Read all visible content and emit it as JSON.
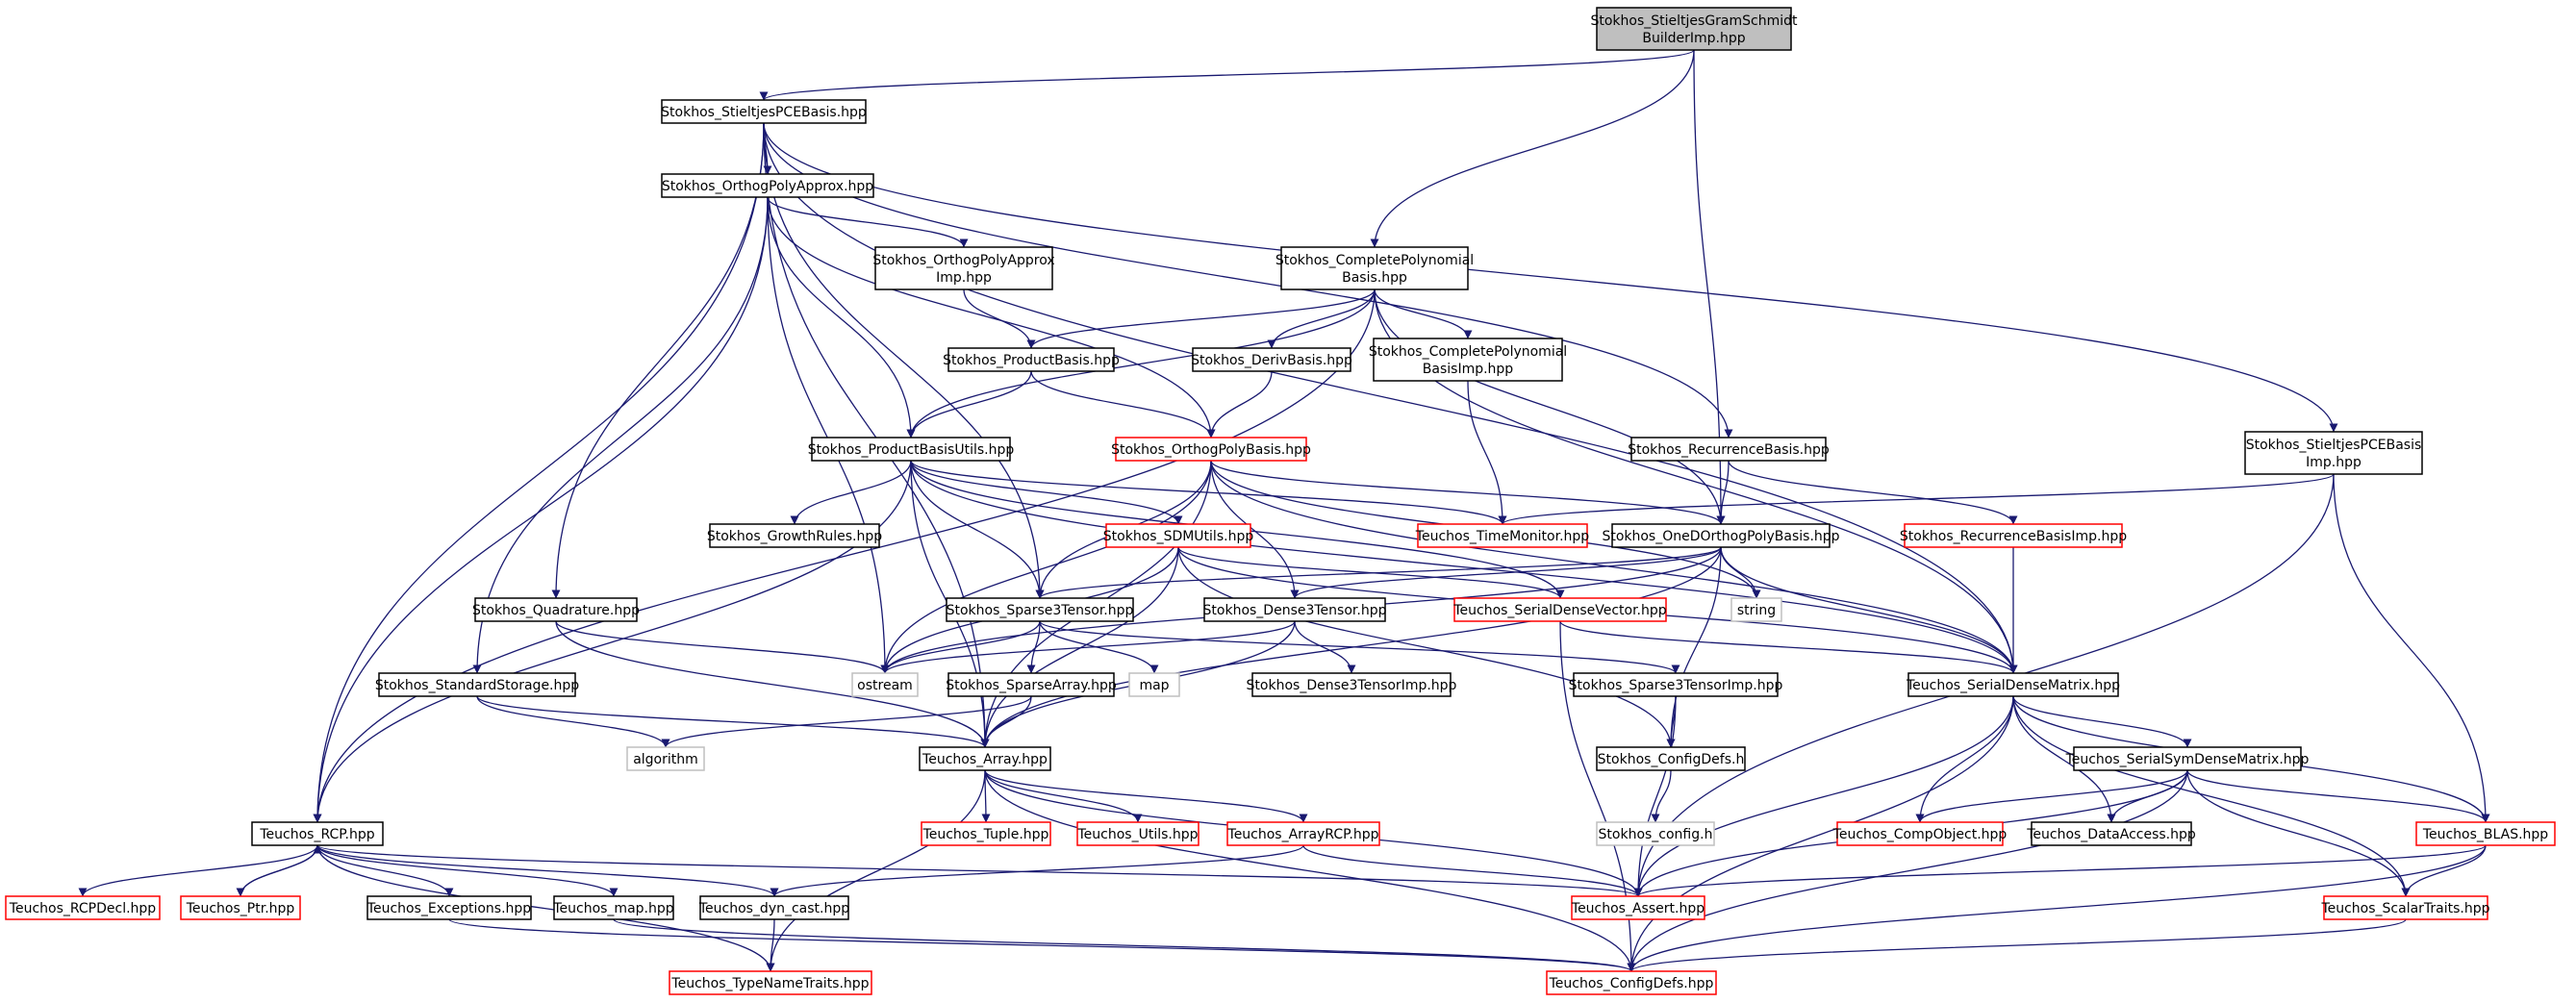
{
  "colors": {
    "edge": "#191970",
    "node_black": "#000000",
    "node_red": "#ff0000",
    "node_gray": "#bfbfbf",
    "root_fill": "#bfbfbf"
  },
  "nodes": [
    {
      "id": "root",
      "lines": [
        "Stokhos_StieltjesGramSchmidt",
        "BuilderImp.hpp"
      ],
      "style": "root"
    },
    {
      "id": "stieltjesPCE",
      "lines": [
        "Stokhos_StieltjesPCEBasis.hpp"
      ],
      "style": "black"
    },
    {
      "id": "orthogPolyApprox",
      "lines": [
        "Stokhos_OrthogPolyApprox.hpp"
      ],
      "style": "black"
    },
    {
      "id": "orthogPolyApproxImp",
      "lines": [
        "Stokhos_OrthogPolyApprox",
        "Imp.hpp"
      ],
      "style": "black"
    },
    {
      "id": "completePoly",
      "lines": [
        "Stokhos_CompletePolynomial",
        "Basis.hpp"
      ],
      "style": "black"
    },
    {
      "id": "productBasis",
      "lines": [
        "Stokhos_ProductBasis.hpp"
      ],
      "style": "black"
    },
    {
      "id": "derivBasis",
      "lines": [
        "Stokhos_DerivBasis.hpp"
      ],
      "style": "black"
    },
    {
      "id": "completePolyImp",
      "lines": [
        "Stokhos_CompletePolynomial",
        "BasisImp.hpp"
      ],
      "style": "black"
    },
    {
      "id": "productBasisUtils",
      "lines": [
        "Stokhos_ProductBasisUtils.hpp"
      ],
      "style": "black"
    },
    {
      "id": "orthogPolyBasis",
      "lines": [
        "Stokhos_OrthogPolyBasis.hpp"
      ],
      "style": "red"
    },
    {
      "id": "recurrenceBasis",
      "lines": [
        "Stokhos_RecurrenceBasis.hpp"
      ],
      "style": "black"
    },
    {
      "id": "stieltjesPCEImp",
      "lines": [
        "Stokhos_StieltjesPCEBasis",
        "Imp.hpp"
      ],
      "style": "black"
    },
    {
      "id": "growthRules",
      "lines": [
        "Stokhos_GrowthRules.hpp"
      ],
      "style": "black"
    },
    {
      "id": "sdmUtils",
      "lines": [
        "Stokhos_SDMUtils.hpp"
      ],
      "style": "red"
    },
    {
      "id": "timeMonitor",
      "lines": [
        "Teuchos_TimeMonitor.hpp"
      ],
      "style": "red"
    },
    {
      "id": "oneDOrthog",
      "lines": [
        "Stokhos_OneDOrthogPolyBasis.hpp"
      ],
      "style": "black"
    },
    {
      "id": "recurrenceImp",
      "lines": [
        "Stokhos_RecurrenceBasisImp.hpp"
      ],
      "style": "red"
    },
    {
      "id": "quadrature",
      "lines": [
        "Stokhos_Quadrature.hpp"
      ],
      "style": "black"
    },
    {
      "id": "sparse3",
      "lines": [
        "Stokhos_Sparse3Tensor.hpp"
      ],
      "style": "black"
    },
    {
      "id": "dense3",
      "lines": [
        "Stokhos_Dense3Tensor.hpp"
      ],
      "style": "black"
    },
    {
      "id": "serialDenseVector",
      "lines": [
        "Teuchos_SerialDenseVector.hpp"
      ],
      "style": "red"
    },
    {
      "id": "string",
      "lines": [
        "string"
      ],
      "style": "gray"
    },
    {
      "id": "standardStorage",
      "lines": [
        "Stokhos_StandardStorage.hpp"
      ],
      "style": "black"
    },
    {
      "id": "ostream",
      "lines": [
        "ostream"
      ],
      "style": "gray"
    },
    {
      "id": "sparseArray",
      "lines": [
        "Stokhos_SparseArray.hpp"
      ],
      "style": "black"
    },
    {
      "id": "map",
      "lines": [
        "map"
      ],
      "style": "gray"
    },
    {
      "id": "dense3Imp",
      "lines": [
        "Stokhos_Dense3TensorImp.hpp"
      ],
      "style": "black"
    },
    {
      "id": "sparse3Imp",
      "lines": [
        "Stokhos_Sparse3TensorImp.hpp"
      ],
      "style": "black"
    },
    {
      "id": "serialDenseMatrix",
      "lines": [
        "Teuchos_SerialDenseMatrix.hpp"
      ],
      "style": "black"
    },
    {
      "id": "algorithm",
      "lines": [
        "algorithm"
      ],
      "style": "gray"
    },
    {
      "id": "array",
      "lines": [
        "Teuchos_Array.hpp"
      ],
      "style": "black"
    },
    {
      "id": "configDefsStokhos",
      "lines": [
        "Stokhos_ConfigDefs.h"
      ],
      "style": "black"
    },
    {
      "id": "serialSym",
      "lines": [
        "Teuchos_SerialSymDenseMatrix.hpp"
      ],
      "style": "black"
    },
    {
      "id": "stokhosConfig",
      "lines": [
        "Stokhos_config.h"
      ],
      "style": "gray"
    },
    {
      "id": "rcp",
      "lines": [
        "Teuchos_RCP.hpp"
      ],
      "style": "black"
    },
    {
      "id": "tuple",
      "lines": [
        "Teuchos_Tuple.hpp"
      ],
      "style": "red"
    },
    {
      "id": "utils",
      "lines": [
        "Teuchos_Utils.hpp"
      ],
      "style": "red"
    },
    {
      "id": "arrayRCP",
      "lines": [
        "Teuchos_ArrayRCP.hpp"
      ],
      "style": "red"
    },
    {
      "id": "compObject",
      "lines": [
        "Teuchos_CompObject.hpp"
      ],
      "style": "red"
    },
    {
      "id": "dataAccess",
      "lines": [
        "Teuchos_DataAccess.hpp"
      ],
      "style": "black"
    },
    {
      "id": "blas",
      "lines": [
        "Teuchos_BLAS.hpp"
      ],
      "style": "red"
    },
    {
      "id": "rcpDecl",
      "lines": [
        "Teuchos_RCPDecl.hpp"
      ],
      "style": "red"
    },
    {
      "id": "ptr",
      "lines": [
        "Teuchos_Ptr.hpp"
      ],
      "style": "red"
    },
    {
      "id": "exceptions",
      "lines": [
        "Teuchos_Exceptions.hpp"
      ],
      "style": "black"
    },
    {
      "id": "tmap",
      "lines": [
        "Teuchos_map.hpp"
      ],
      "style": "black"
    },
    {
      "id": "dynCast",
      "lines": [
        "Teuchos_dyn_cast.hpp"
      ],
      "style": "black"
    },
    {
      "id": "assert",
      "lines": [
        "Teuchos_Assert.hpp"
      ],
      "style": "red"
    },
    {
      "id": "scalarTraits",
      "lines": [
        "Teuchos_ScalarTraits.hpp"
      ],
      "style": "red"
    },
    {
      "id": "typeNameTraits",
      "lines": [
        "Teuchos_TypeNameTraits.hpp"
      ],
      "style": "red"
    },
    {
      "id": "configDefs",
      "lines": [
        "Teuchos_ConfigDefs.hpp"
      ],
      "style": "red"
    }
  ],
  "edges": [
    [
      "root",
      "stieltjesPCE"
    ],
    [
      "root",
      "completePoly"
    ],
    [
      "root",
      "oneDOrthog"
    ],
    [
      "stieltjesPCE",
      "orthogPolyApprox"
    ],
    [
      "stieltjesPCE",
      "rcp"
    ],
    [
      "stieltjesPCE",
      "array"
    ],
    [
      "stieltjesPCE",
      "quadrature"
    ],
    [
      "stieltjesPCE",
      "sparse3"
    ],
    [
      "stieltjesPCE",
      "recurrenceBasis"
    ],
    [
      "stieltjesPCE",
      "stieltjesPCEImp"
    ],
    [
      "stieltjesPCE",
      "serialDenseMatrix"
    ],
    [
      "orthogPolyApprox",
      "orthogPolyApproxImp"
    ],
    [
      "orthogPolyApprox",
      "productBasisUtils"
    ],
    [
      "orthogPolyApprox",
      "orthogPolyBasis"
    ],
    [
      "orthogPolyApprox",
      "rcp"
    ],
    [
      "orthogPolyApprox",
      "standardStorage"
    ],
    [
      "orthogPolyApprox",
      "ostream"
    ],
    [
      "orthogPolyApproxImp",
      "productBasis"
    ],
    [
      "completePoly",
      "productBasis"
    ],
    [
      "completePoly",
      "derivBasis"
    ],
    [
      "completePoly",
      "completePolyImp"
    ],
    [
      "completePoly",
      "productBasisUtils"
    ],
    [
      "completePoly",
      "rcp"
    ],
    [
      "completePoly",
      "oneDOrthog"
    ],
    [
      "completePoly",
      "serialDenseMatrix"
    ],
    [
      "productBasis",
      "productBasisUtils"
    ],
    [
      "productBasis",
      "orthogPolyBasis"
    ],
    [
      "derivBasis",
      "orthogPolyBasis"
    ],
    [
      "completePolyImp",
      "timeMonitor"
    ],
    [
      "productBasisUtils",
      "growthRules"
    ],
    [
      "productBasisUtils",
      "sdmUtils"
    ],
    [
      "productBasisUtils",
      "sparse3"
    ],
    [
      "productBasisUtils",
      "timeMonitor"
    ],
    [
      "productBasisUtils",
      "serialDenseVector"
    ],
    [
      "productBasisUtils",
      "rcp"
    ],
    [
      "productBasisUtils",
      "array"
    ],
    [
      "productBasisUtils",
      "serialDenseMatrix"
    ],
    [
      "orthogPolyBasis",
      "sparse3"
    ],
    [
      "orthogPolyBasis",
      "dense3"
    ],
    [
      "orthogPolyBasis",
      "oneDOrthog"
    ],
    [
      "orthogPolyBasis",
      "ostream"
    ],
    [
      "orthogPolyBasis",
      "string"
    ],
    [
      "orthogPolyBasis",
      "array"
    ],
    [
      "orthogPolyBasis",
      "serialDenseMatrix"
    ],
    [
      "recurrenceBasis",
      "oneDOrthog"
    ],
    [
      "recurrenceBasis",
      "recurrenceImp"
    ],
    [
      "stieltjesPCEImp",
      "timeMonitor"
    ],
    [
      "stieltjesPCEImp",
      "assert"
    ],
    [
      "stieltjesPCEImp",
      "blas"
    ],
    [
      "sdmUtils",
      "serialDenseVector"
    ],
    [
      "sdmUtils",
      "serialDenseMatrix"
    ],
    [
      "sdmUtils",
      "ostream"
    ],
    [
      "sdmUtils",
      "array"
    ],
    [
      "sdmUtils",
      "configDefsStokhos"
    ],
    [
      "oneDOrthog",
      "sparse3"
    ],
    [
      "oneDOrthog",
      "dense3"
    ],
    [
      "oneDOrthog",
      "string"
    ],
    [
      "oneDOrthog",
      "ostream"
    ],
    [
      "oneDOrthog",
      "serialDenseMatrix"
    ],
    [
      "oneDOrthog",
      "configDefsStokhos"
    ],
    [
      "oneDOrthog",
      "array"
    ],
    [
      "recurrenceImp",
      "serialDenseMatrix"
    ],
    [
      "quadrature",
      "ostream"
    ],
    [
      "quadrature",
      "array"
    ],
    [
      "sparse3",
      "ostream"
    ],
    [
      "sparse3",
      "map"
    ],
    [
      "sparse3",
      "sparseArray"
    ],
    [
      "sparse3",
      "sparse3Imp"
    ],
    [
      "dense3",
      "ostream"
    ],
    [
      "dense3",
      "dense3Imp"
    ],
    [
      "dense3",
      "array"
    ],
    [
      "serialDenseVector",
      "serialDenseMatrix"
    ],
    [
      "serialDenseVector",
      "configDefs"
    ],
    [
      "standardStorage",
      "algorithm"
    ],
    [
      "standardStorage",
      "array"
    ],
    [
      "sparseArray",
      "array"
    ],
    [
      "sparseArray",
      "algorithm"
    ],
    [
      "sparse3Imp",
      "configDefsStokhos"
    ],
    [
      "sparse3Imp",
      "assert"
    ],
    [
      "serialDenseMatrix",
      "compObject"
    ],
    [
      "serialDenseMatrix",
      "dataAccess"
    ],
    [
      "serialDenseMatrix",
      "serialSym"
    ],
    [
      "serialDenseMatrix",
      "blas"
    ],
    [
      "serialDenseMatrix",
      "assert"
    ],
    [
      "serialDenseMatrix",
      "configDefs"
    ],
    [
      "serialDenseMatrix",
      "scalarTraits"
    ],
    [
      "configDefsStokhos",
      "stokhosConfig"
    ],
    [
      "array",
      "tuple"
    ],
    [
      "array",
      "utils"
    ],
    [
      "array",
      "arrayRCP"
    ],
    [
      "array",
      "assert"
    ],
    [
      "array",
      "typeNameTraits"
    ],
    [
      "array",
      "configDefs"
    ],
    [
      "serialSym",
      "compObject"
    ],
    [
      "serialSym",
      "dataAccess"
    ],
    [
      "serialSym",
      "blas"
    ],
    [
      "serialSym",
      "assert"
    ],
    [
      "serialSym",
      "scalarTraits"
    ],
    [
      "serialSym",
      "configDefs"
    ],
    [
      "rcp",
      "rcpDecl"
    ],
    [
      "rcp",
      "ptr"
    ],
    [
      "rcp",
      "exceptions"
    ],
    [
      "rcp",
      "tmap"
    ],
    [
      "rcp",
      "dynCast"
    ],
    [
      "rcp",
      "assert"
    ],
    [
      "rcp",
      "typeNameTraits"
    ],
    [
      "ptr",
      "rcp"
    ],
    [
      "arrayRCP",
      "assert"
    ],
    [
      "arrayRCP",
      "dynCast"
    ],
    [
      "blas",
      "assert"
    ],
    [
      "blas",
      "scalarTraits"
    ],
    [
      "blas",
      "configDefs"
    ],
    [
      "exceptions",
      "configDefs"
    ],
    [
      "tmap",
      "configDefs"
    ],
    [
      "dynCast",
      "typeNameTraits"
    ],
    [
      "scalarTraits",
      "configDefs"
    ]
  ]
}
